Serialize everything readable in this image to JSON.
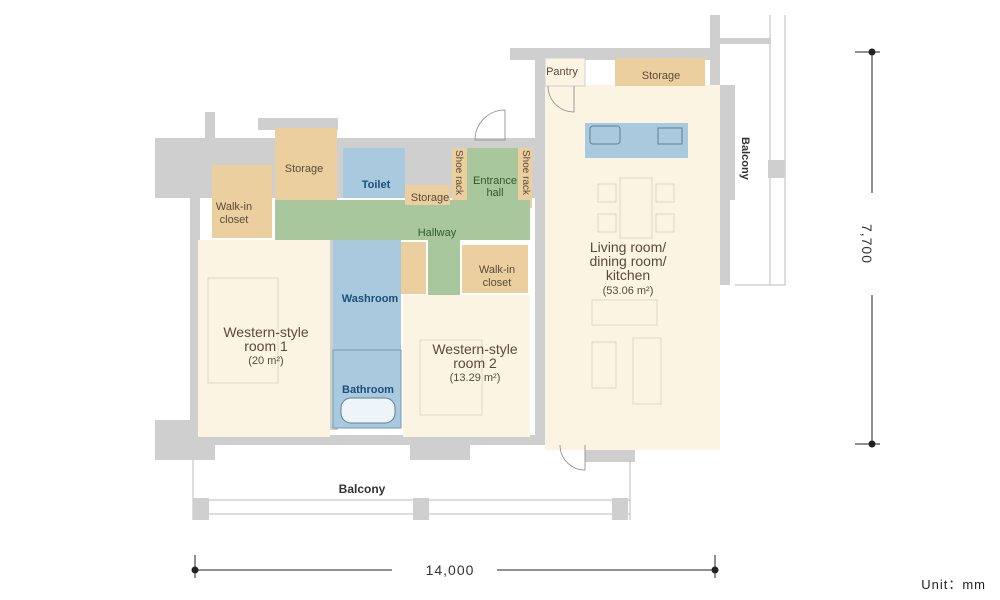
{
  "rooms": {
    "pantry": "Pantry",
    "storage_kitchen": "Storage",
    "balcony_side": "Balcony",
    "storage_left": "Storage",
    "toilet": "Toilet",
    "entrance_line1": "Entrance",
    "entrance_line2": "hall",
    "shoe_rack_left": "Shoe rack",
    "shoe_rack_right": "Shoe rack",
    "storage_small": "Storage",
    "walkin_left_line1": "Walk-in",
    "walkin_left_line2": "closet",
    "hallway": "Hallway",
    "walkin_right_line1": "Walk-in",
    "walkin_right_line2": "closet",
    "washroom": "Washroom",
    "bathroom": "Bathroom",
    "western1_line1": "Western-style",
    "western1_line2": "room 1",
    "western1_area": "(20 m²)",
    "western2_line1": "Western-style",
    "western2_line2": "room 2",
    "western2_area": "(13.29 m²)",
    "ldk_line1": "Living room/",
    "ldk_line2": "dining room/",
    "ldk_line3": "kitchen",
    "ldk_area": "(53.06 m²)",
    "balcony_bottom": "Balcony"
  },
  "dimensions": {
    "width": "14,000",
    "height": "7,700",
    "unit": "Unit：mm"
  },
  "colors": {
    "wall": "#cfcfcf",
    "room": "#fbf4e3",
    "storage": "#eccf9f",
    "wet": "#a9c9de",
    "hall": "#a9c79c"
  }
}
